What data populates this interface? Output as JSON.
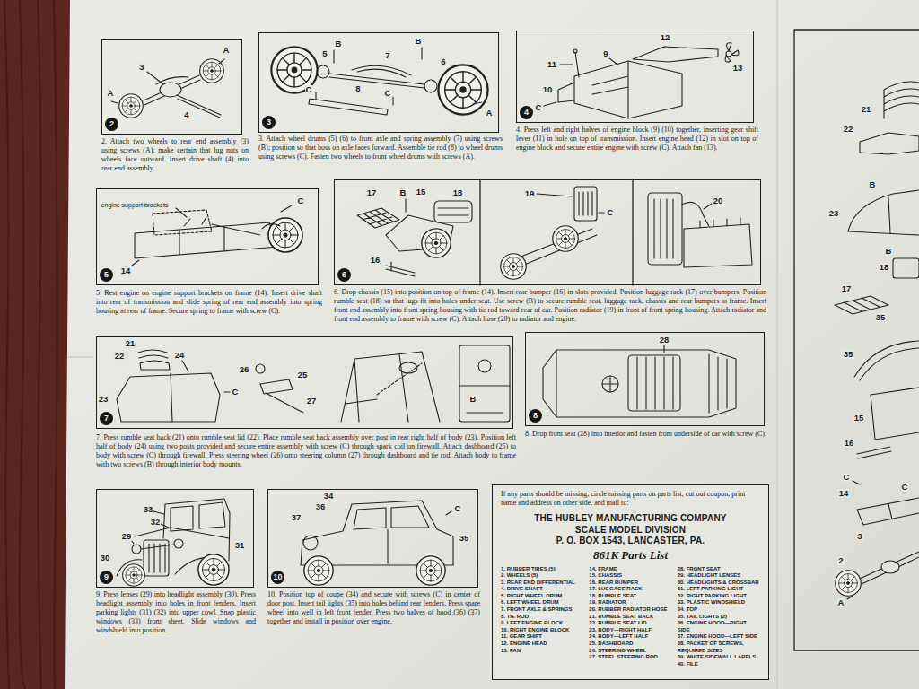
{
  "diagram": {
    "nodes": [
      {
        "text": [
          "2",
          "2. Attach two wheels to rear end assembly (3) using screws (A); make certain that lug nuts on wheels face outward. Insert drive shaft (4) into rear end assembly."
        ]
      },
      {
        "text": [
          "3",
          "3. Attach wheel drums (5) (6) to front axle and spring assembly (7) using screws (B); position so that boss on axle faces forward. Assemble tie rod (8) to wheel drums using screws (C). Fasten two wheels to front wheel drums with screws (A)."
        ]
      },
      {
        "text": [
          "4",
          "4. Press left and right halves of engine block (9) (10) together, inserting gear shift lever (11) in hole on top of transmission. Insert engine head (12) in slot on top of engine block and secure entire engine with screw (C). Attach fan (13)."
        ]
      },
      {
        "text": [
          "5",
          "5. Rest engine on engine support brackets on frame (14). Insert drive shaft into rear of transmission and slide spring of rear end assembly into spring housing at rear of frame. Secure spring to frame with screw (C)."
        ]
      },
      {
        "text": [
          "6",
          "6. Drop chassis (15) into position on top of frame (14). Insert rear bumper (16) in slots provided. Position luggage rack (17) over bumpers. Position rumble seat (18) so that lugs fit into holes under seat. Use screw (B) to secure rumble seat, luggage rack, chassis and rear bumpers to frame. Insert front end assembly into front spring housing with tie rod toward rear of car. Position radiator (19) in front of front spring housing. Attach radiator and front end assembly to frame with screw (C). Attach hose (20) to radiator and engine."
        ]
      },
      {
        "text": [
          "7",
          "7. Press rumble seat back (21) onto rumble seat lid (22). Place rumble seat back assembly over post in rear right half of body (23). Position left half of body (24) using two posts provided and secure entire assembly with screw (C) through spark coil on firewall. Attach dashboard (25) to body with screw (C) through firewall. Press steering wheel (26) onto steering column (27) through dashboard and tie rod. Attach body to frame with two screws (B) through interior body mounts."
        ]
      },
      {
        "text": [
          "8",
          "8. Drop front seat (28) into interior and fasten from underside of car with screw (C)."
        ]
      },
      {
        "text": [
          "9",
          "9. Press lenses (29) into headlight assembly (30). Press headlight assembly into holes in front fenders. Insert parking lights (31) (32) into upper cowl. Snap plastic windows (33) from sheet. Slide windows and windshield into position."
        ]
      },
      {
        "text": [
          "10",
          "10. Position top of coupe (34) and secure with screws (C) in center of door post. Insert tail lights (35) into holes behind rear fenders. Press spare wheel into well in left front fender. Press two halves of hood (36) (37) together and install in position over engine."
        ]
      },
      {
        "text": [
          "If any parts should be missing, circle missing parts on parts list, cut out coupon, print name and address on other side, and mail to:",
          "THE HUBLEY MANUFACTURING COMPANY",
          "SCALE MODEL DIVISION",
          "P. O. BOX 1543, LANCASTER, PA.",
          "861K Parts List",
          "1. RUBBER TIRES (5)",
          "2. WHEELS (5)",
          "3. REAR END DIFFERENTIAL",
          "4. DRIVE SHAFT",
          "5. RIGHT WHEEL DRUM",
          "6. LEFT WHEEL DRUM",
          "7. FRONT AXLE & SPRINGS",
          "8. TIE ROD",
          "9. LEFT ENGINE BLOCK",
          "10. RIGHT ENGINE BLOCK",
          "11. GEAR SHIFT",
          "12. ENGINE HEAD",
          "13. FAN",
          "14. FRAME",
          "15. CHASSIS",
          "16. REAR BUMPER",
          "17. LUGGAGE RACK",
          "18. RUMBLE SEAT",
          "19. RADIATOR",
          "20. RUBBER RADIATOR HOSE",
          "21. RUMBLE SEAT BACK",
          "22. RUMBLE SEAT LID",
          "23. BODY—RIGHT HALF",
          "24. BODY—LEFT HALF",
          "25. DASHBOARD",
          "26. STEERING WHEEL",
          "27. STEEL STEERING ROD",
          "28. FRONT SEAT",
          "29. HEADLIGHT LENSES",
          "30. HEADLIGHTS & CROSSBAR",
          "31. LEFT PARKING LIGHT",
          "32. RIGHT PARKING LIGHT",
          "33. PLASTIC WINDSHIELD",
          "34. TOP",
          "35. TAIL LIGHTS (2)",
          "36. ENGINE HOOD—RIGHT SIDE",
          "37. ENGINE HOOD—LEFT SIDE",
          "38. PACKET OF SCREWS, REQUIRED SIZES",
          "39. WHITE SIDEWALL LABELS",
          "40. FILE"
        ]
      }
    ],
    "labels": [
      "3",
      "A",
      "A",
      "4",
      "B",
      "5",
      "7",
      "B",
      "6",
      "C",
      "8",
      "C",
      "A",
      "12",
      "9",
      "11",
      "10",
      "13",
      "C",
      "engine support brackets",
      "C",
      "14",
      "17",
      "B",
      "15",
      "18",
      "16",
      "19",
      "C",
      "20",
      "21",
      "22",
      "24",
      "26",
      "25",
      "23",
      "C",
      "27",
      "B",
      "28",
      "33",
      "32",
      "29",
      "31",
      "30",
      "34",
      "36",
      "37",
      "C",
      "35",
      "21",
      "22",
      "B",
      "23",
      "B",
      "18",
      "17",
      "35",
      "35",
      "15",
      "16",
      "C",
      "14",
      "C",
      "3",
      "2",
      "A"
    ]
  }
}
